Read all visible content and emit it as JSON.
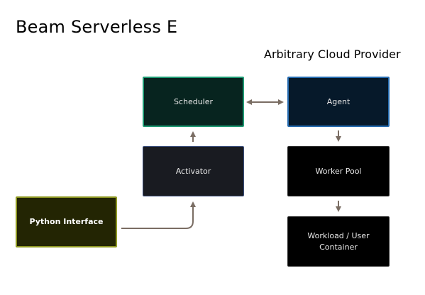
{
  "title": "Beam Serverless E",
  "group_label": "Arbitrary Cloud Provider",
  "nodes": {
    "scheduler": "Scheduler",
    "activator": "Activator",
    "python_interface": "Python Interface",
    "agent": "Agent",
    "worker_pool": "Worker Pool",
    "workload_line1": "Workload / User",
    "workload_line2": "Container"
  },
  "colors": {
    "arrow": "#7a6d63",
    "scheduler_border": "#1e9a73",
    "agent_border": "#256bb0",
    "python_border": "#8e9822",
    "activator_border": "#3b4f7e"
  }
}
